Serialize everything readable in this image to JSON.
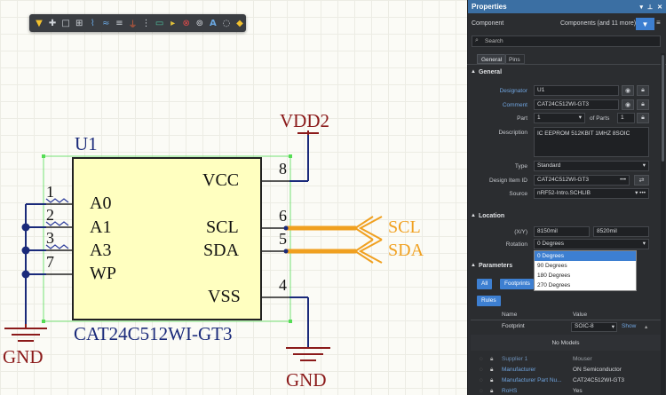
{
  "toolbar": {
    "tools": [
      "filter-icon",
      "plus-icon",
      "rect-icon",
      "bus-icon",
      "wire-icon",
      "netlabel-icon",
      "power-port-icon",
      "text-frame-icon",
      "port-icon",
      "param-icon",
      "text-icon",
      "note-icon"
    ]
  },
  "schematic": {
    "designator": "U1",
    "comment": "CAT24C512WI-GT3",
    "pins_left": [
      {
        "num": "1",
        "name": "A0"
      },
      {
        "num": "2",
        "name": "A1"
      },
      {
        "num": "3",
        "name": "A3"
      },
      {
        "num": "7",
        "name": "WP"
      }
    ],
    "pins_right": [
      {
        "num": "8",
        "name": "VCC"
      },
      {
        "num": "6",
        "name": "SCL"
      },
      {
        "num": "5",
        "name": "SDA"
      },
      {
        "num": "4",
        "name": "VSS"
      }
    ],
    "power_top": "VDD2",
    "gnd_left": "GND",
    "gnd_right": "GND",
    "net_scl": "SCL",
    "net_sda": "SDA"
  },
  "panel": {
    "title": "Properties",
    "object_label": "Component",
    "object_value": "Components (and 11 more)",
    "search_placeholder": "Search",
    "tabs": [
      "General",
      "Pins"
    ],
    "general": {
      "header": "General",
      "designator_label": "Designator",
      "designator": "U1",
      "comment_label": "Comment",
      "comment": "CAT24C512WI-GT3",
      "part_label": "Part",
      "part": "1",
      "of_parts_label": "of Parts",
      "of_parts": "1",
      "description_label": "Description",
      "description": "IC EEPROM 512KBIT 1MHZ 8SOIC",
      "type_label": "Type",
      "type": "Standard",
      "design_item_label": "Design Item ID",
      "design_item": "CAT24C512WI-GT3",
      "source_label": "Source",
      "source": "nRF52-Intro.SCHLIB"
    },
    "location": {
      "header": "Location",
      "xy_label": "(X/Y)",
      "x": "8150mil",
      "y": "8520mil",
      "rotation_label": "Rotation",
      "rotation": "0 Degrees",
      "rotation_options": [
        "0 Degrees",
        "90 Degrees",
        "180 Degrees",
        "270 Degrees"
      ]
    },
    "parameters": {
      "header": "Parameters",
      "chips": [
        "All",
        "Footprints",
        "Rules"
      ],
      "col_name": "Name",
      "col_value": "Value",
      "footprint_label": "Footprint",
      "footprint_value": "SOIC-8",
      "show_label": "Show",
      "no_models": "No Models",
      "rows": [
        {
          "name": "Supplier 1",
          "value": "Mouser"
        },
        {
          "name": "Manufacturer",
          "value": "ON Semiconductor"
        },
        {
          "name": "Manufacturer Part Nu...",
          "value": "CAT24C512WI-GT3"
        },
        {
          "name": "RoHS",
          "value": "Yes"
        }
      ]
    }
  },
  "colors": {
    "schematic_red": "#8b1a1a",
    "schematic_blue": "#1a2a7a",
    "net_orange": "#f0a020",
    "component_fill": "#ffffc0",
    "panel_bg": "#2b2d30",
    "panel_title": "#3b6fa3"
  }
}
